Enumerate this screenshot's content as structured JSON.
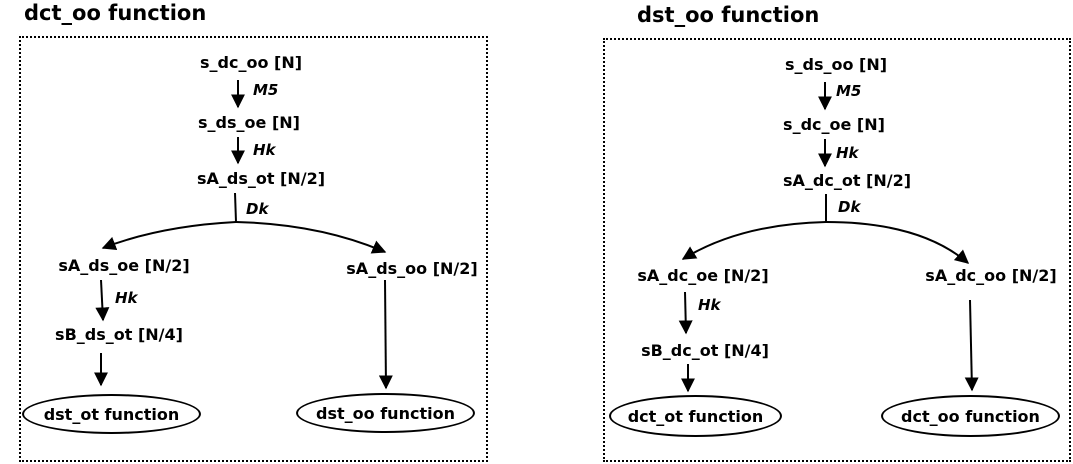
{
  "left": {
    "title": "dct_oo function",
    "nodes": {
      "input": "s_dc_oo [N]",
      "after_m5": "s_ds_oe [N]",
      "after_hk": "sA_ds_ot [N/2]",
      "branch_left": "sA_ds_oe [N/2]",
      "branch_right": "sA_ds_oo [N/2]",
      "after_hk2": "sB_ds_ot [N/4]"
    },
    "ops": {
      "m5": "M5",
      "hk1": "Hk",
      "dk": "Dk",
      "hk2": "Hk"
    },
    "functions": {
      "left": "dst_ot function",
      "right": "dst_oo function"
    }
  },
  "right": {
    "title": "dst_oo function",
    "nodes": {
      "input": "s_ds_oo [N]",
      "after_m5": "s_dc_oe [N]",
      "after_hk": "sA_dc_ot [N/2]",
      "branch_left": "sA_dc_oe [N/2]",
      "branch_right": "sA_dc_oo [N/2]",
      "after_hk2": "sB_dc_ot [N/4]"
    },
    "ops": {
      "m5": "M5",
      "hk1": "Hk",
      "dk": "Dk",
      "hk2": "Hk"
    },
    "functions": {
      "left": "dct_ot function",
      "right": "dct_oo function"
    }
  }
}
